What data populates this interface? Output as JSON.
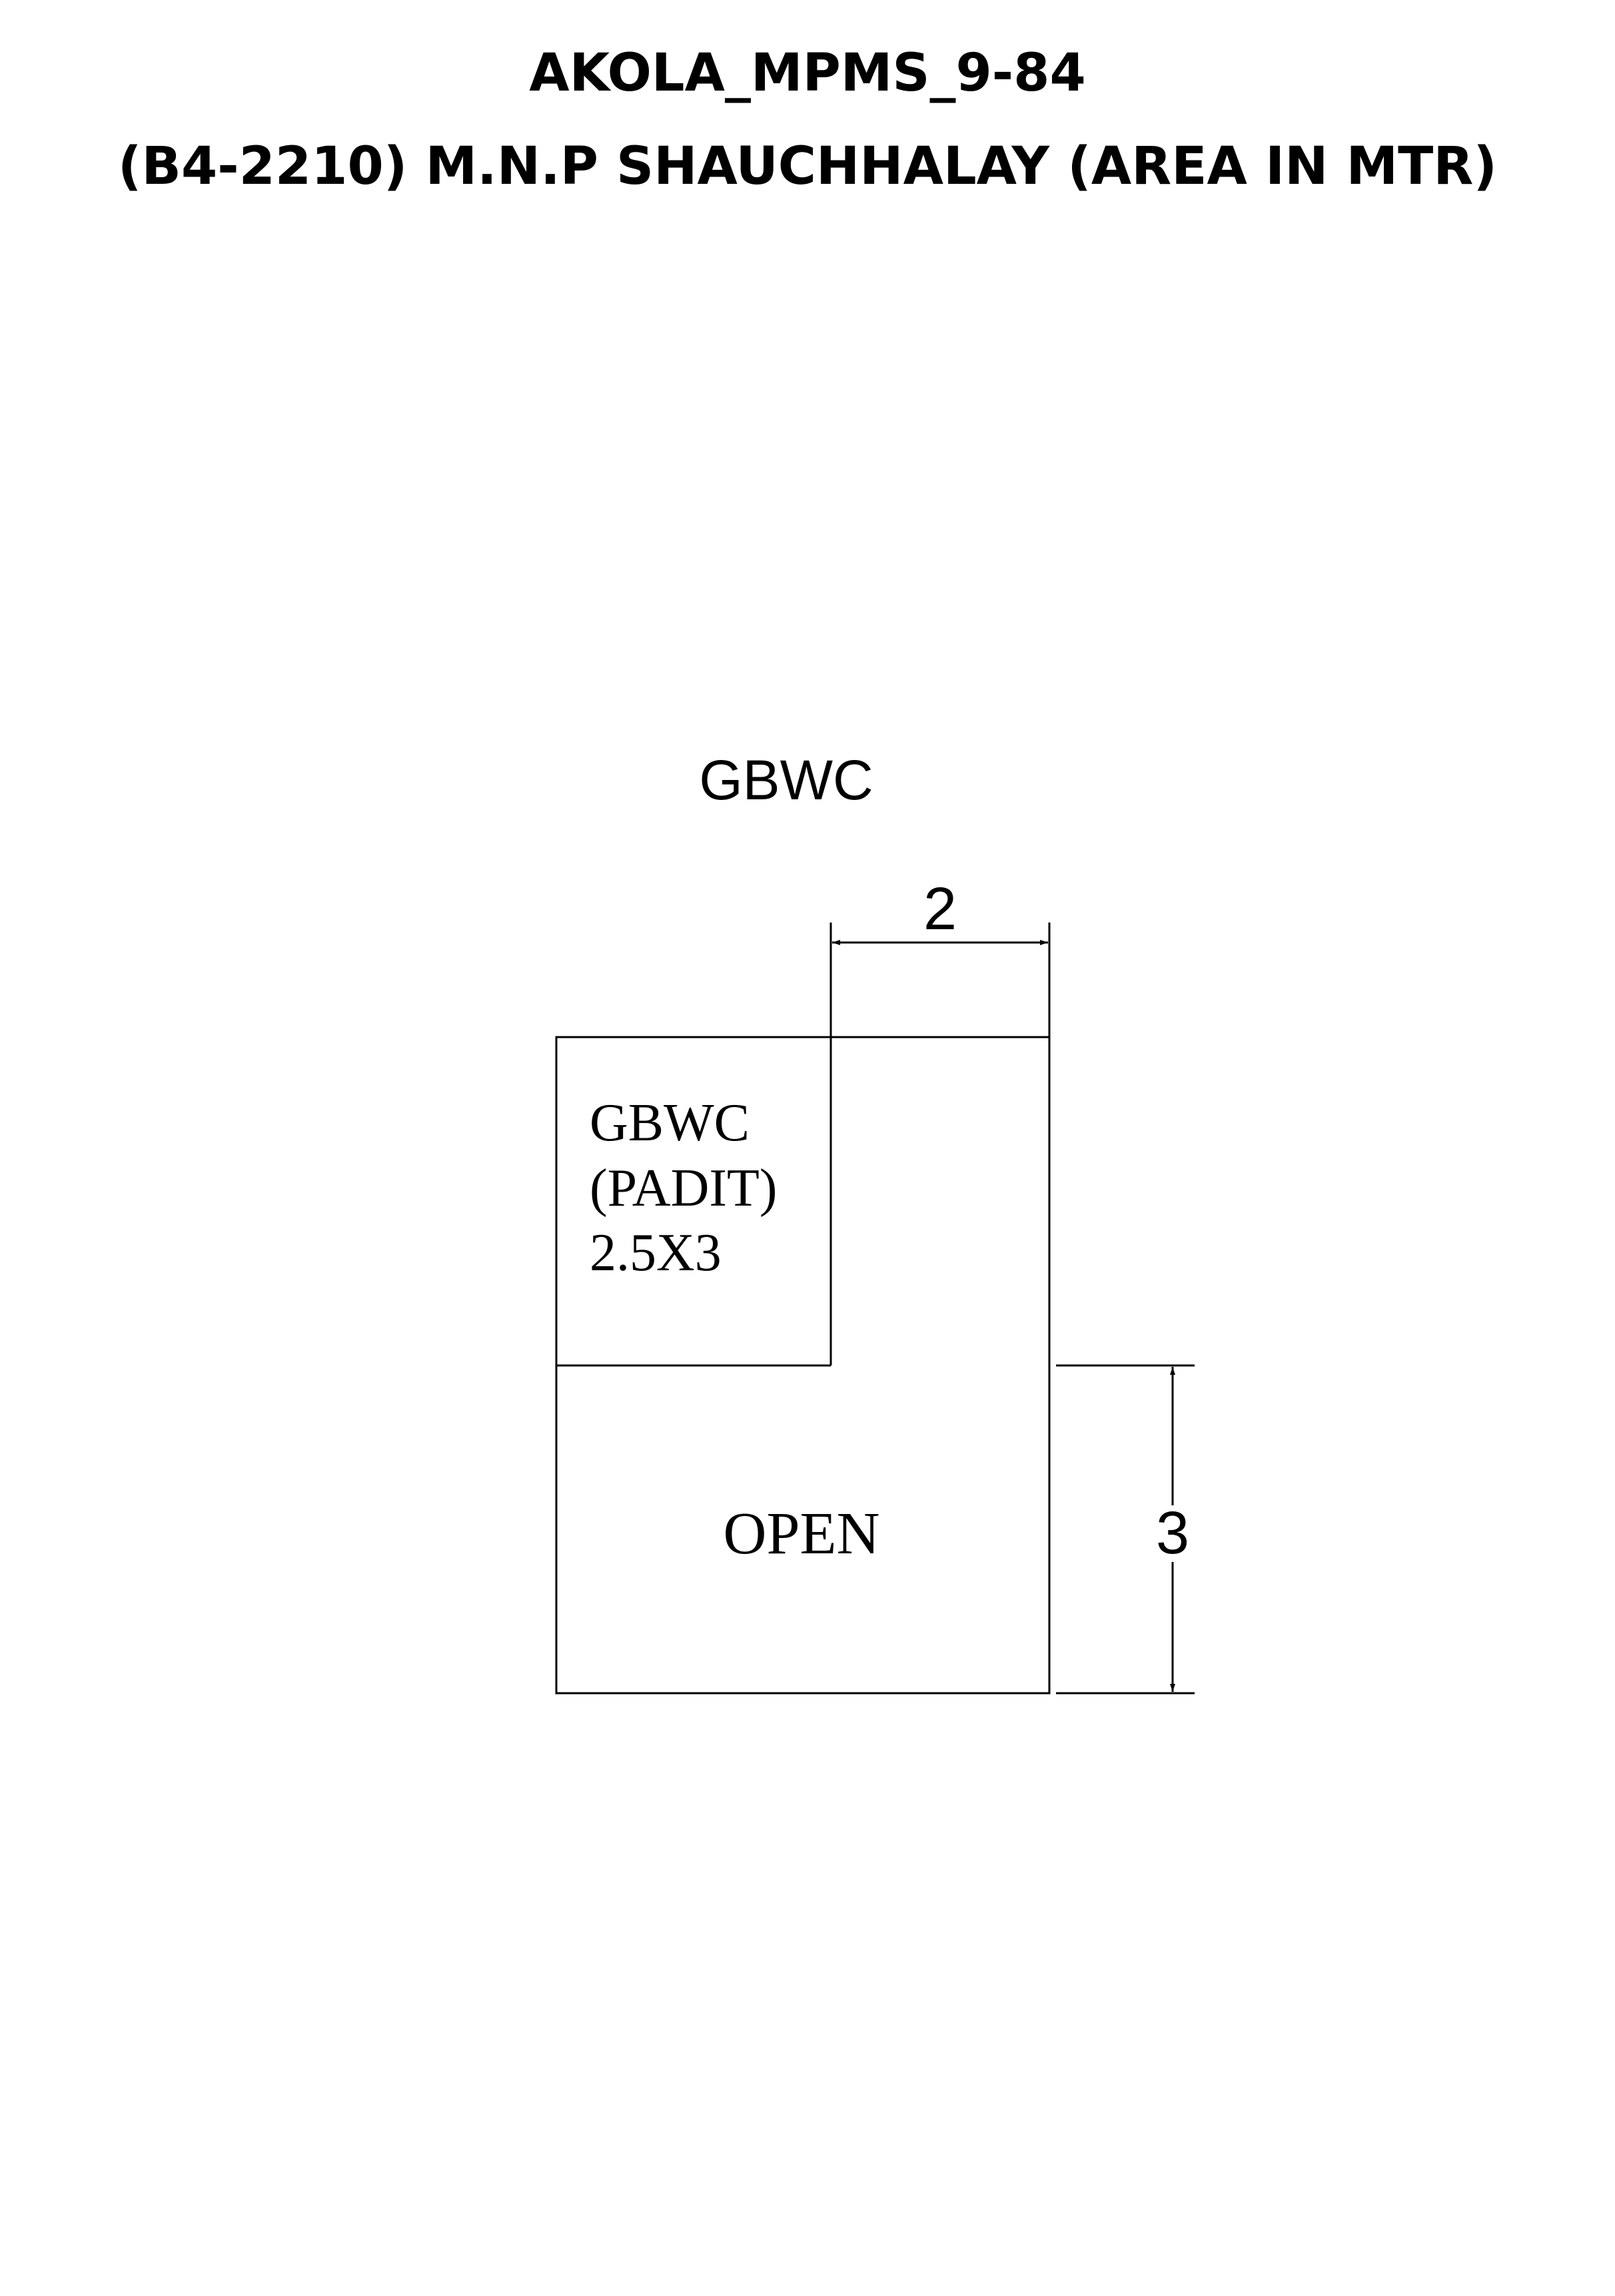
{
  "title": {
    "line1": "AKOLA_MPMS_9-84",
    "line2": "(B4-2210) M.N.P SHAUCHHALAY (AREA IN MTR)"
  },
  "plan": {
    "header_label": "GBWC",
    "room_label_line1": "GBWC",
    "room_label_line2": "(PADIT)",
    "room_label_line3": "2.5X3",
    "open_label": "OPEN",
    "dimension_width": "2",
    "dimension_height": "3"
  },
  "colors": {
    "line": "#000000",
    "background": "#ffffff"
  }
}
